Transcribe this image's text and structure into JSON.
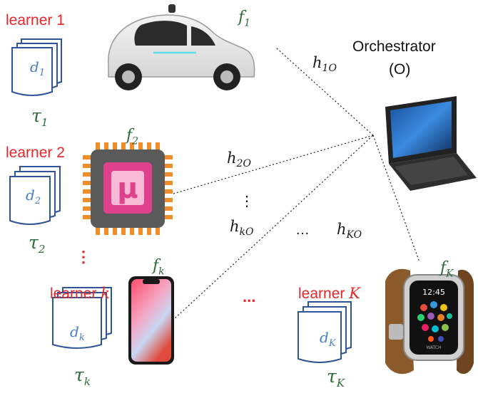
{
  "orchestrator": {
    "line1": "Orchestrator",
    "line2": "(O)"
  },
  "learners": [
    {
      "label": "learner 1",
      "d": "d",
      "d_sub": "1",
      "tau": "τ",
      "tau_sub": "1",
      "f": "f",
      "f_sub": "1",
      "h": "h",
      "h_sub": "1O"
    },
    {
      "label": "learner 2",
      "d": "d",
      "d_sub": "2",
      "tau": "τ",
      "tau_sub": "2",
      "f": "f",
      "f_sub": "2",
      "h": "h",
      "h_sub": "2O"
    },
    {
      "label_text": "learner ",
      "label_var": "k",
      "d": "d",
      "d_sub": "k",
      "tau": "τ",
      "tau_sub": "k",
      "f": "f",
      "f_sub": "k",
      "h": "h",
      "h_sub": "kO"
    },
    {
      "label_text": "learner ",
      "label_var": "K",
      "d": "d",
      "d_sub": "K",
      "tau": "τ",
      "tau_sub": "K",
      "f": "f",
      "f_sub": "K",
      "h": "h",
      "h_sub": "KO"
    }
  ],
  "ellipsis": {
    "vertical": "⋮",
    "horizontal": "…",
    "red_horizontal": "..."
  },
  "colors": {
    "learner_label": "#e8262a",
    "tau_f": "#2e6b3a",
    "data_sym": "#4a7fc0",
    "doc_stroke": "#2f5597"
  },
  "icons": [
    "car-icon",
    "microcontroller-chip-icon",
    "smartphone-icon",
    "smartwatch-icon",
    "laptop-icon",
    "document-stack-icon"
  ]
}
